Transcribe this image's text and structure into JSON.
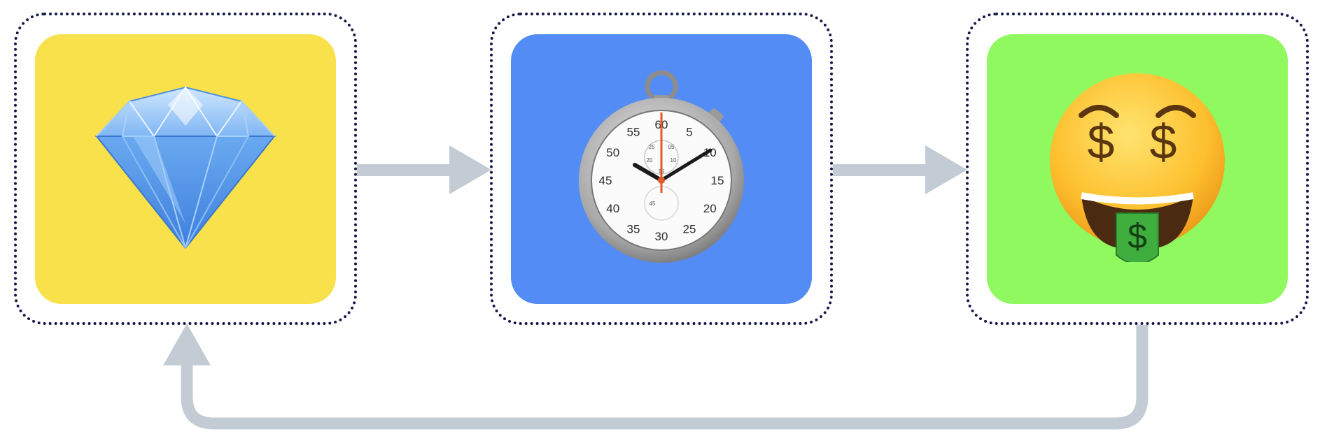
{
  "colors": {
    "tile_gem": "#f9e14c",
    "tile_timer": "#548cf6",
    "tile_money": "#8ff95f",
    "frame_dots": "#15164a",
    "arrow": "#c3ccd4"
  },
  "steps": [
    {
      "icon": "gem-icon"
    },
    {
      "icon": "stopwatch-icon"
    },
    {
      "icon": "money-mouth-face-icon"
    }
  ],
  "stopwatch": {
    "dial_numbers": [
      "60",
      "5",
      "10",
      "15",
      "20",
      "25",
      "30",
      "35",
      "40",
      "45",
      "50",
      "55"
    ],
    "subdial_numbers": [
      "25",
      "05",
      "20",
      "10",
      "15",
      "45"
    ]
  },
  "money_face": {
    "symbols": [
      "$",
      "$",
      "$"
    ]
  }
}
